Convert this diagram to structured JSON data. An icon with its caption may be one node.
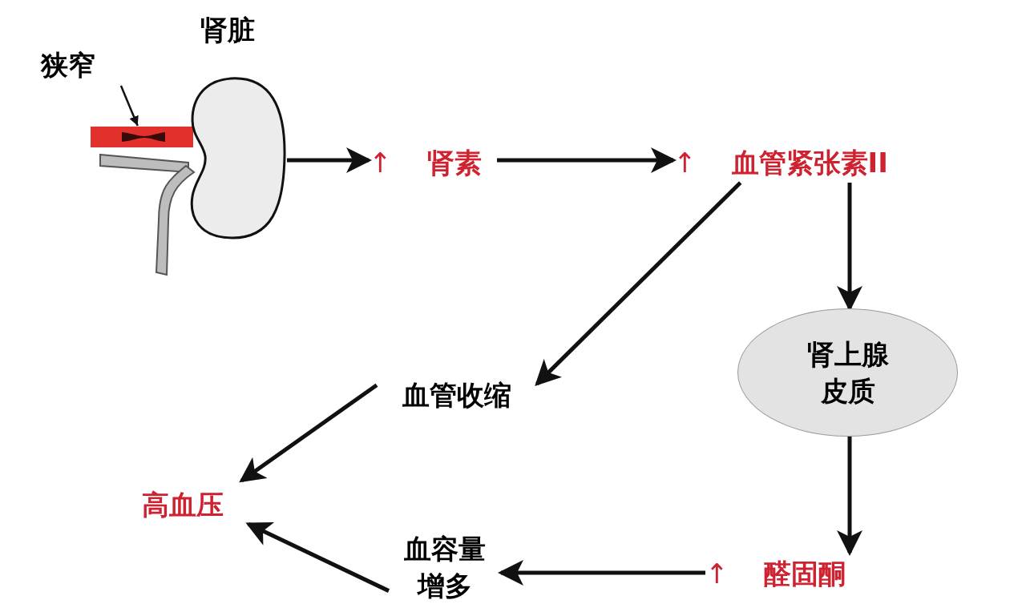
{
  "diagram": {
    "nodes": [
      {
        "text": [
          "肾脏"
        ]
      },
      {
        "text": [
          "狭窄"
        ]
      },
      {
        "text": [],
        "shape": "bar"
      },
      {
        "text": [
          "↑",
          "肾素"
        ]
      },
      {
        "text": [
          "↑",
          "血管紧张素II"
        ]
      },
      {
        "text": [
          "血管收缩"
        ]
      },
      {
        "text": [
          "肾上腺皮质"
        ]
      },
      {
        "text": [
          "↑",
          "醛固酮"
        ]
      },
      {
        "text": [
          "血容量增多"
        ]
      },
      {
        "text": [
          "高血压"
        ]
      }
    ],
    "edges": [
      {
        "from": 1,
        "to": 2,
        "arrow": "to"
      },
      {
        "from": 0,
        "to": 3,
        "arrow": "to"
      },
      {
        "from": 3,
        "to": 4,
        "arrow": "to"
      },
      {
        "from": 4,
        "to": 5,
        "arrow": "to"
      },
      {
        "from": 4,
        "to": 6,
        "arrow": "to"
      },
      {
        "from": 6,
        "to": 7,
        "arrow": "to"
      },
      {
        "from": 7,
        "to": 8,
        "arrow": "to"
      },
      {
        "from": 5,
        "to": 9,
        "arrow": "to"
      },
      {
        "from": 8,
        "to": 9,
        "arrow": "to"
      }
    ]
  }
}
